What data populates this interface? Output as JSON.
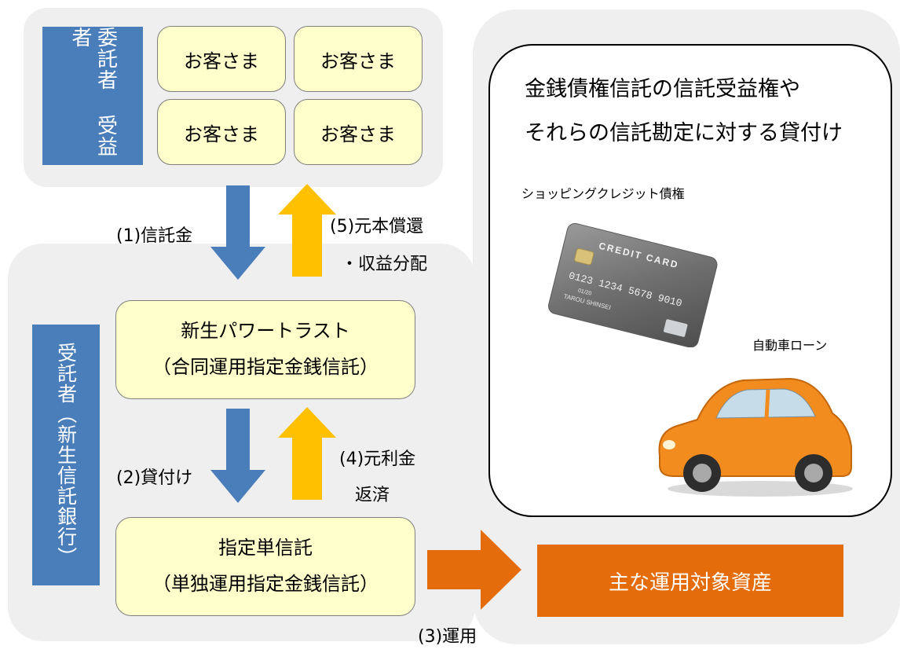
{
  "entrusters_label": "委託者 受益者",
  "customers": [
    "お客さま",
    "お客さま",
    "お客さま",
    "お客さま"
  ],
  "trustee_label": "受託者（新生信託銀行）",
  "power_trust": {
    "line1": "新生パワートラスト",
    "line2": "（合同運用指定金銭信託）"
  },
  "designated_trust": {
    "line1": "指定単信託",
    "line2": "（単独運用指定金銭信託）"
  },
  "flows": {
    "step1": "(1)信託金",
    "step5_line1": "(5)元本償還",
    "step5_line2": "・収益分配",
    "step2": "(2)貸付け",
    "step4_line1": "(4)元利金",
    "step4_line2": "返済",
    "step3": "(3)運用"
  },
  "assets": {
    "heading_line1": "金銭債権信託の信託受益権や",
    "heading_line2": "それらの信託勘定に対する貸付け",
    "shopping_credit": "ショッピングクレジット債権",
    "auto_loan": "自動車ローン",
    "card_text": "CREDIT CARD",
    "card_number": "0123 1234 5678 9010",
    "card_name": "TAROU SHINSEI",
    "card_date": "01/20",
    "main_assets": "主な運用対象資産"
  },
  "colors": {
    "blue_arrow": "#4a7ebb",
    "yellow_arrow": "#ffc000",
    "orange": "#e46c0a",
    "panel": "#efefef",
    "cream": "#ffffcc"
  }
}
